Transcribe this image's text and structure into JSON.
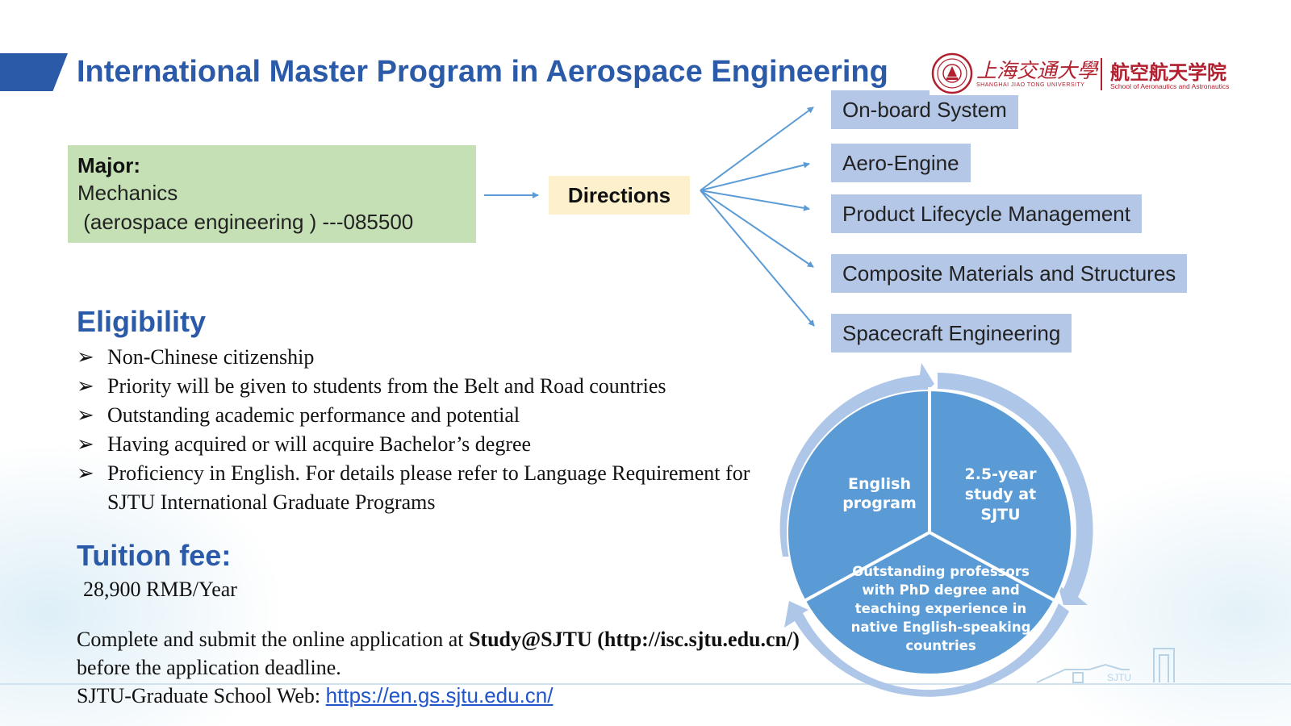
{
  "title": "International Master Program in Aerospace Engineering",
  "logo": {
    "university_cn": "上海交通大學",
    "university_en": "SHANGHAI JIAO TONG UNIVERSITY",
    "school_cn": "航空航天学院",
    "school_en": "School of Aeronautics and Astronautics"
  },
  "major": {
    "label": "Major:",
    "line1": "Mechanics",
    "line2": " (aerospace engineering ) ---085500"
  },
  "directions": {
    "label": "Directions",
    "items": [
      "On-board System",
      "Aero-Engine",
      "Product Lifecycle Management",
      "Composite Materials and Structures",
      "Spacecraft Engineering"
    ]
  },
  "eligibility": {
    "heading": "Eligibility",
    "bullet": "➢",
    "items": [
      "Non-Chinese citizenship",
      "Priority will be given to students from the Belt and Road countries",
      "Outstanding academic performance and potential",
      "Having acquired or will acquire Bachelor’s degree",
      "Proficiency in English. For details please refer to Language Requirement for SJTU International Graduate Programs"
    ]
  },
  "tuition": {
    "heading": "Tuition fee:",
    "value": "28,900 RMB/Year"
  },
  "apply": {
    "text1": "Complete and submit the online application at ",
    "bold1": "Study@SJTU (http://isc.sjtu.edu.cn/)",
    "text2": " before the application deadline.",
    "web_label": "SJTU-Graduate School Web: ",
    "web_link": "https://en.gs.sjtu.edu.cn/"
  },
  "wheel": {
    "left": "English program",
    "right": "2.5-year study at SJTU",
    "bottom": "Outstanding professors with PhD degree and teaching experience in native English-speaking countries"
  },
  "footer_mark": "SJTU",
  "colors": {
    "brand_blue": "#2a5aa8",
    "major_green": "#c5e0b4",
    "directions_yellow": "#fdf0cc",
    "item_blue": "#b4c7e7",
    "wheel_blue": "#5b9bd5",
    "wheel_ring": "#aec6e8",
    "logo_red": "#b0202e"
  }
}
